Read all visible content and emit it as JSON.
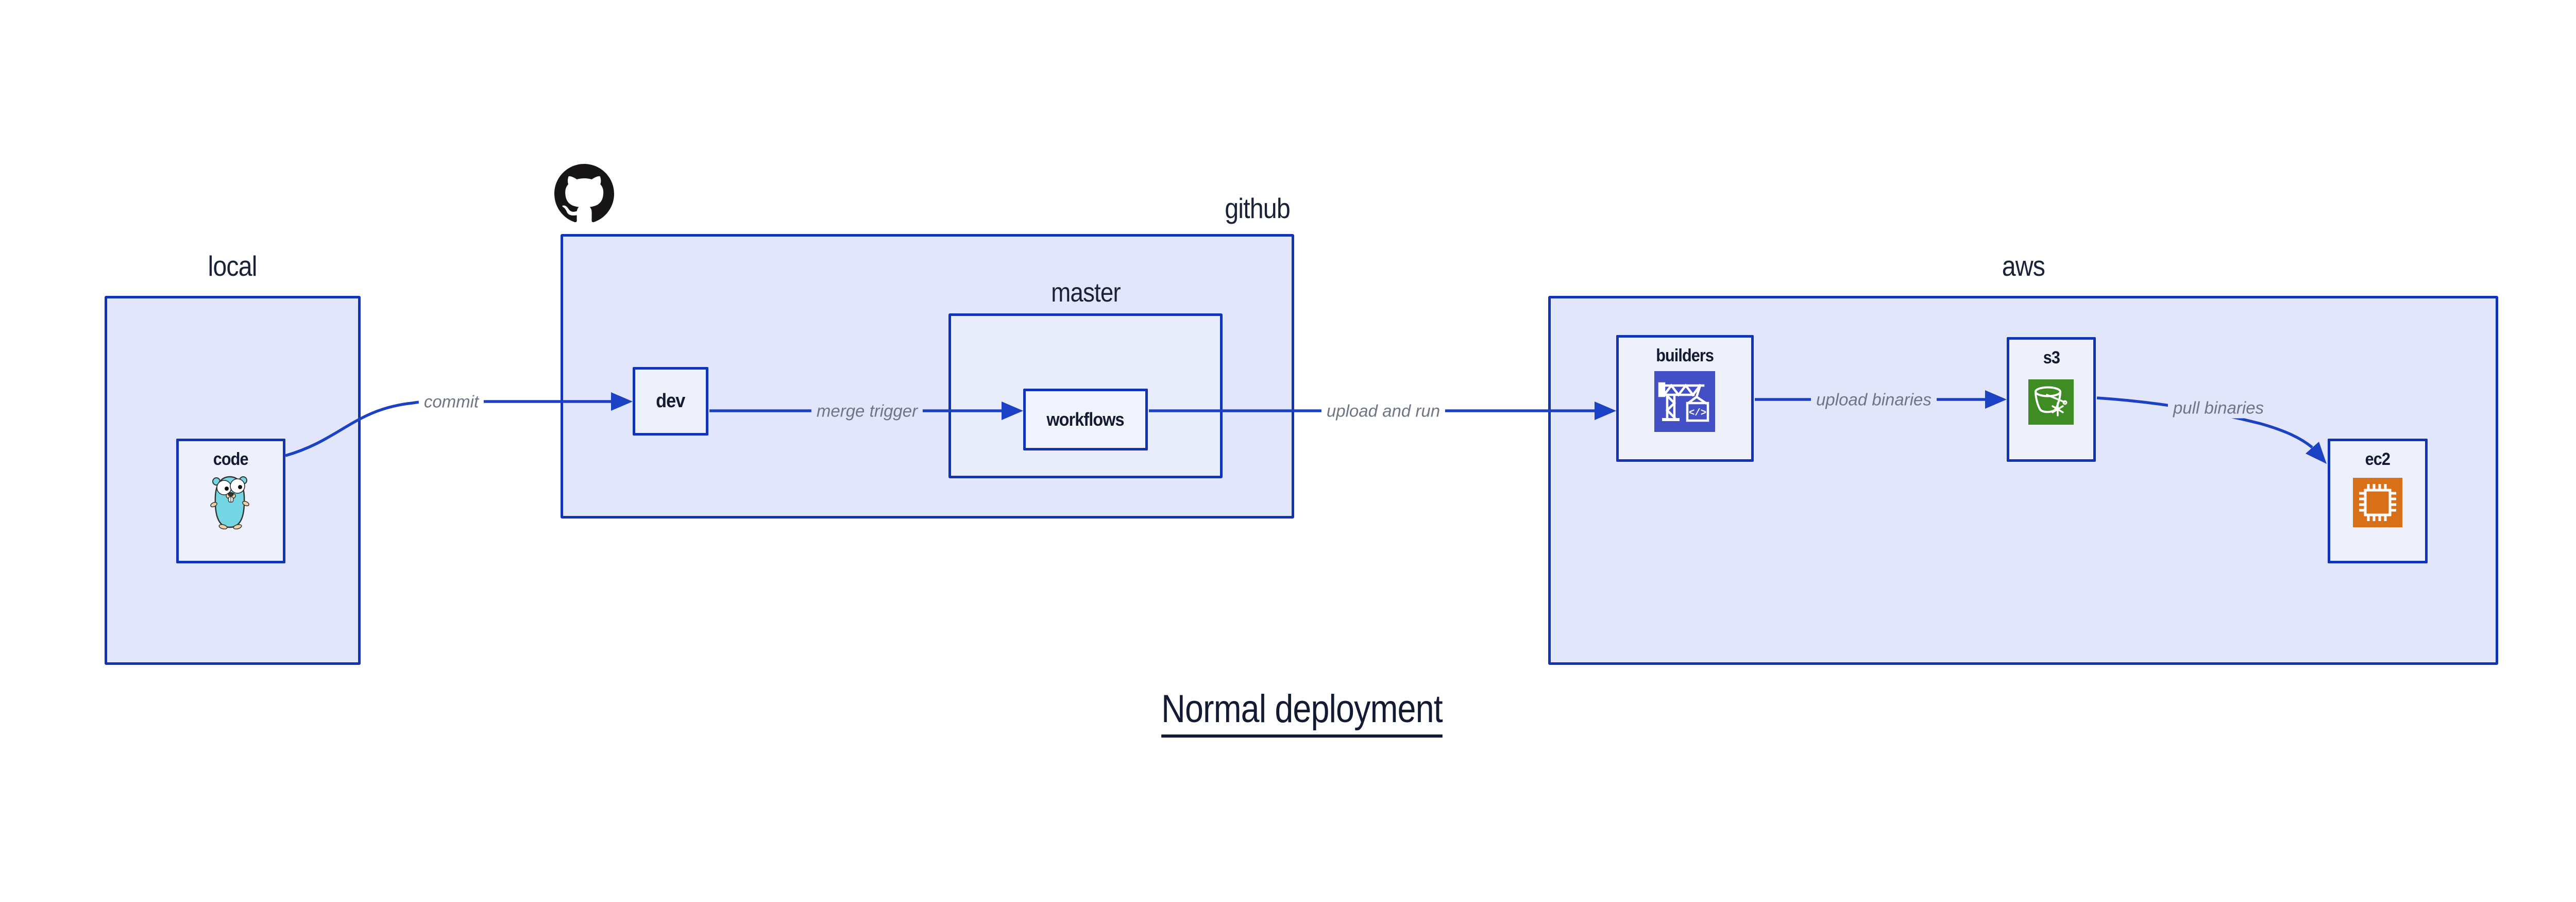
{
  "title": "Normal deployment",
  "groups": {
    "local": {
      "label": "local"
    },
    "github": {
      "label": "github"
    },
    "master": {
      "label": "master"
    },
    "aws": {
      "label": "aws"
    }
  },
  "nodes": {
    "code": {
      "label": "code"
    },
    "dev": {
      "label": "dev"
    },
    "workflows": {
      "label": "workflows"
    },
    "builders": {
      "label": "builders",
      "icon_glyph": "</>"
    },
    "s3": {
      "label": "s3"
    },
    "ec2": {
      "label": "ec2"
    }
  },
  "edges": {
    "commit": {
      "label": "commit"
    },
    "merge_trigger": {
      "label": "merge trigger"
    },
    "upload_and_run": {
      "label": "upload and run"
    },
    "upload_binaries": {
      "label": "upload binaries"
    },
    "pull_binaries": {
      "label": "pull binaries"
    }
  },
  "icons": {
    "github_logo": "github-octocat-logo",
    "code": "go-gopher-mascot",
    "builders": "aws-codebuild-crane-icon",
    "s3": "aws-s3-bucket-icon",
    "ec2": "aws-ec2-chip-icon"
  },
  "colors": {
    "background": "#ffffff",
    "group_fill": "#e1e6fa",
    "master_fill": "#e9edfb",
    "node_fill": "#eef1fc",
    "border_blue": "#1133b5",
    "arrow_blue": "#1b41c4",
    "group_label_navy": "#1b2137",
    "node_label_navy": "#131a31",
    "edge_label_gray": "#6e7585",
    "codebuild_indigo": "#4350c5",
    "s3_green": "#3f8c24",
    "ec2_orange": "#d8701a",
    "octocat_black": "#171515",
    "gopher_teal": "#74d6e3"
  }
}
